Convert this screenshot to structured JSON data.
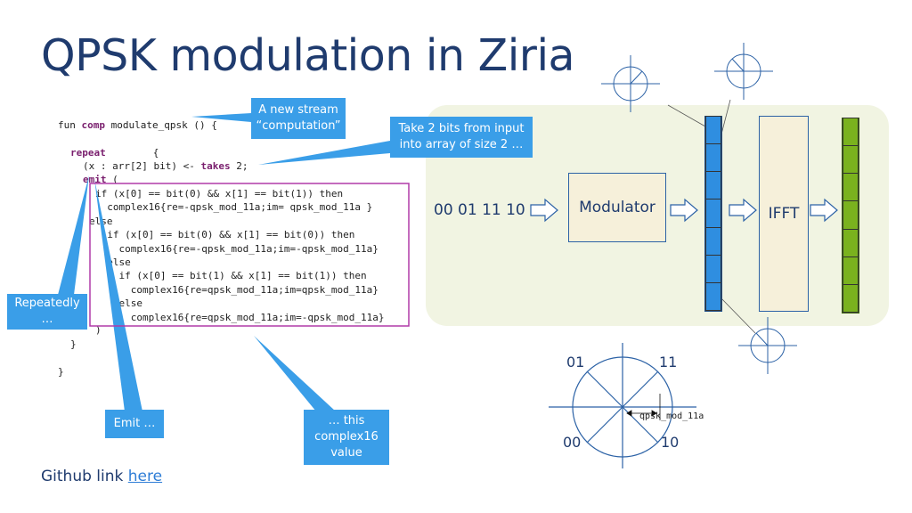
{
  "slide": {
    "title": "QPSK modulation in Ziria",
    "github_text": "Github link",
    "github_link": "here"
  },
  "code": {
    "fun": "fun",
    "comp": "comp",
    "sig": " modulate_qpsk () {",
    "repeat": "repeat",
    "repeat_brace": "        {",
    "decl_a": "x : arr[2] bit) <- ",
    "takes": "takes",
    "decl_b": " 2;",
    "decl_open": "(",
    "emit": "emit",
    "emit_paren": " (",
    "l1": "if (x[0] == bit(0) && x[1] == bit(1)) then",
    "l2": "  complex16{re=-qpsk_mod_11a;im= qpsk_mod_11a }",
    "l3": "else",
    "l4": "  if (x[0] == bit(0) && x[1] == bit(0)) then",
    "l5": "    complex16{re=-qpsk_mod_11a;im=-qpsk_mod_11a}",
    "l6": "  else",
    "l7": "    if (x[0] == bit(1) && x[1] == bit(1)) then",
    "l8": "      complex16{re=qpsk_mod_11a;im=qpsk_mod_11a}",
    "l9": "    else",
    "l10": "      complex16{re=qpsk_mod_11a;im=-qpsk_mod_11a}",
    "close_paren": ")",
    "close_inner": "}",
    "close_outer": "}"
  },
  "callouts": {
    "new_stream_line1": "A new stream",
    "new_stream_line2": "“computation”",
    "take_bits_line1": "Take 2 bits from input",
    "take_bits_line2": "into array of size 2 …",
    "repeatedly_line1": "Repeatedly",
    "repeatedly_line2": "…",
    "emit": "Emit …",
    "complex_line1": "… this",
    "complex_line2": "complex16",
    "complex_line3": "value"
  },
  "diagram": {
    "input_bits": "00 01 11 10",
    "modulator": "Modulator",
    "ifft": "IFFT",
    "symbols": {
      "q01": "01",
      "q11": "11",
      "q00": "00",
      "q10": "10"
    },
    "amplitude_label": "qpsk_mod_11a",
    "buffer_cells": 7,
    "output_cells": 7,
    "colors": {
      "buffer": "#2f8ee0",
      "output": "#7ab21e",
      "panel": "#f1f4e2",
      "accent": "#3a9ee8",
      "highlight": "#b03aa8"
    }
  }
}
